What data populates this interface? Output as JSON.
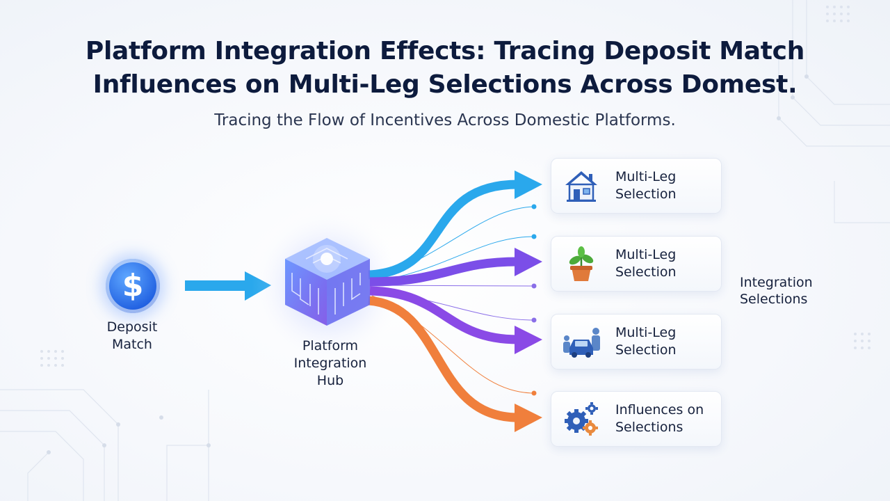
{
  "title_line1": "Platform Integration Effects: Tracing Deposit Match",
  "title_line2": "Influences on Multi-Leg Selections Across Domest.",
  "subtitle": "Tracing the Flow of Incentives Across Domestic Platforms.",
  "nodes": {
    "source": {
      "line1": "Deposit",
      "line2": "Match",
      "icon": "dollar-coin-icon",
      "symbol": "$"
    },
    "hub": {
      "line1": "Platform",
      "line2": "Integration",
      "line3": "Hub",
      "icon": "circuit-cube-icon"
    }
  },
  "outputs": [
    {
      "line1": "Multi-Leg",
      "line2": "Selection",
      "icon": "house-icon",
      "color": "#2aa8ec"
    },
    {
      "line1": "Multi-Leg",
      "line2": "Selection",
      "icon": "potted-plant-icon",
      "color": "#7b4ee8"
    },
    {
      "line1": "Multi-Leg",
      "line2": "Selection",
      "icon": "car-family-icon",
      "color": "#8a4ae6"
    },
    {
      "line1": "Influences on",
      "line2": "Selections",
      "icon": "gears-icon",
      "color": "#f07f3c"
    }
  ],
  "side_label": {
    "line1": "Integration",
    "line2": "Selections"
  },
  "colors": {
    "blue": "#2aa8ec",
    "purple": "#7b4ee8",
    "orange": "#f07f3c",
    "title": "#0d1b3d"
  }
}
